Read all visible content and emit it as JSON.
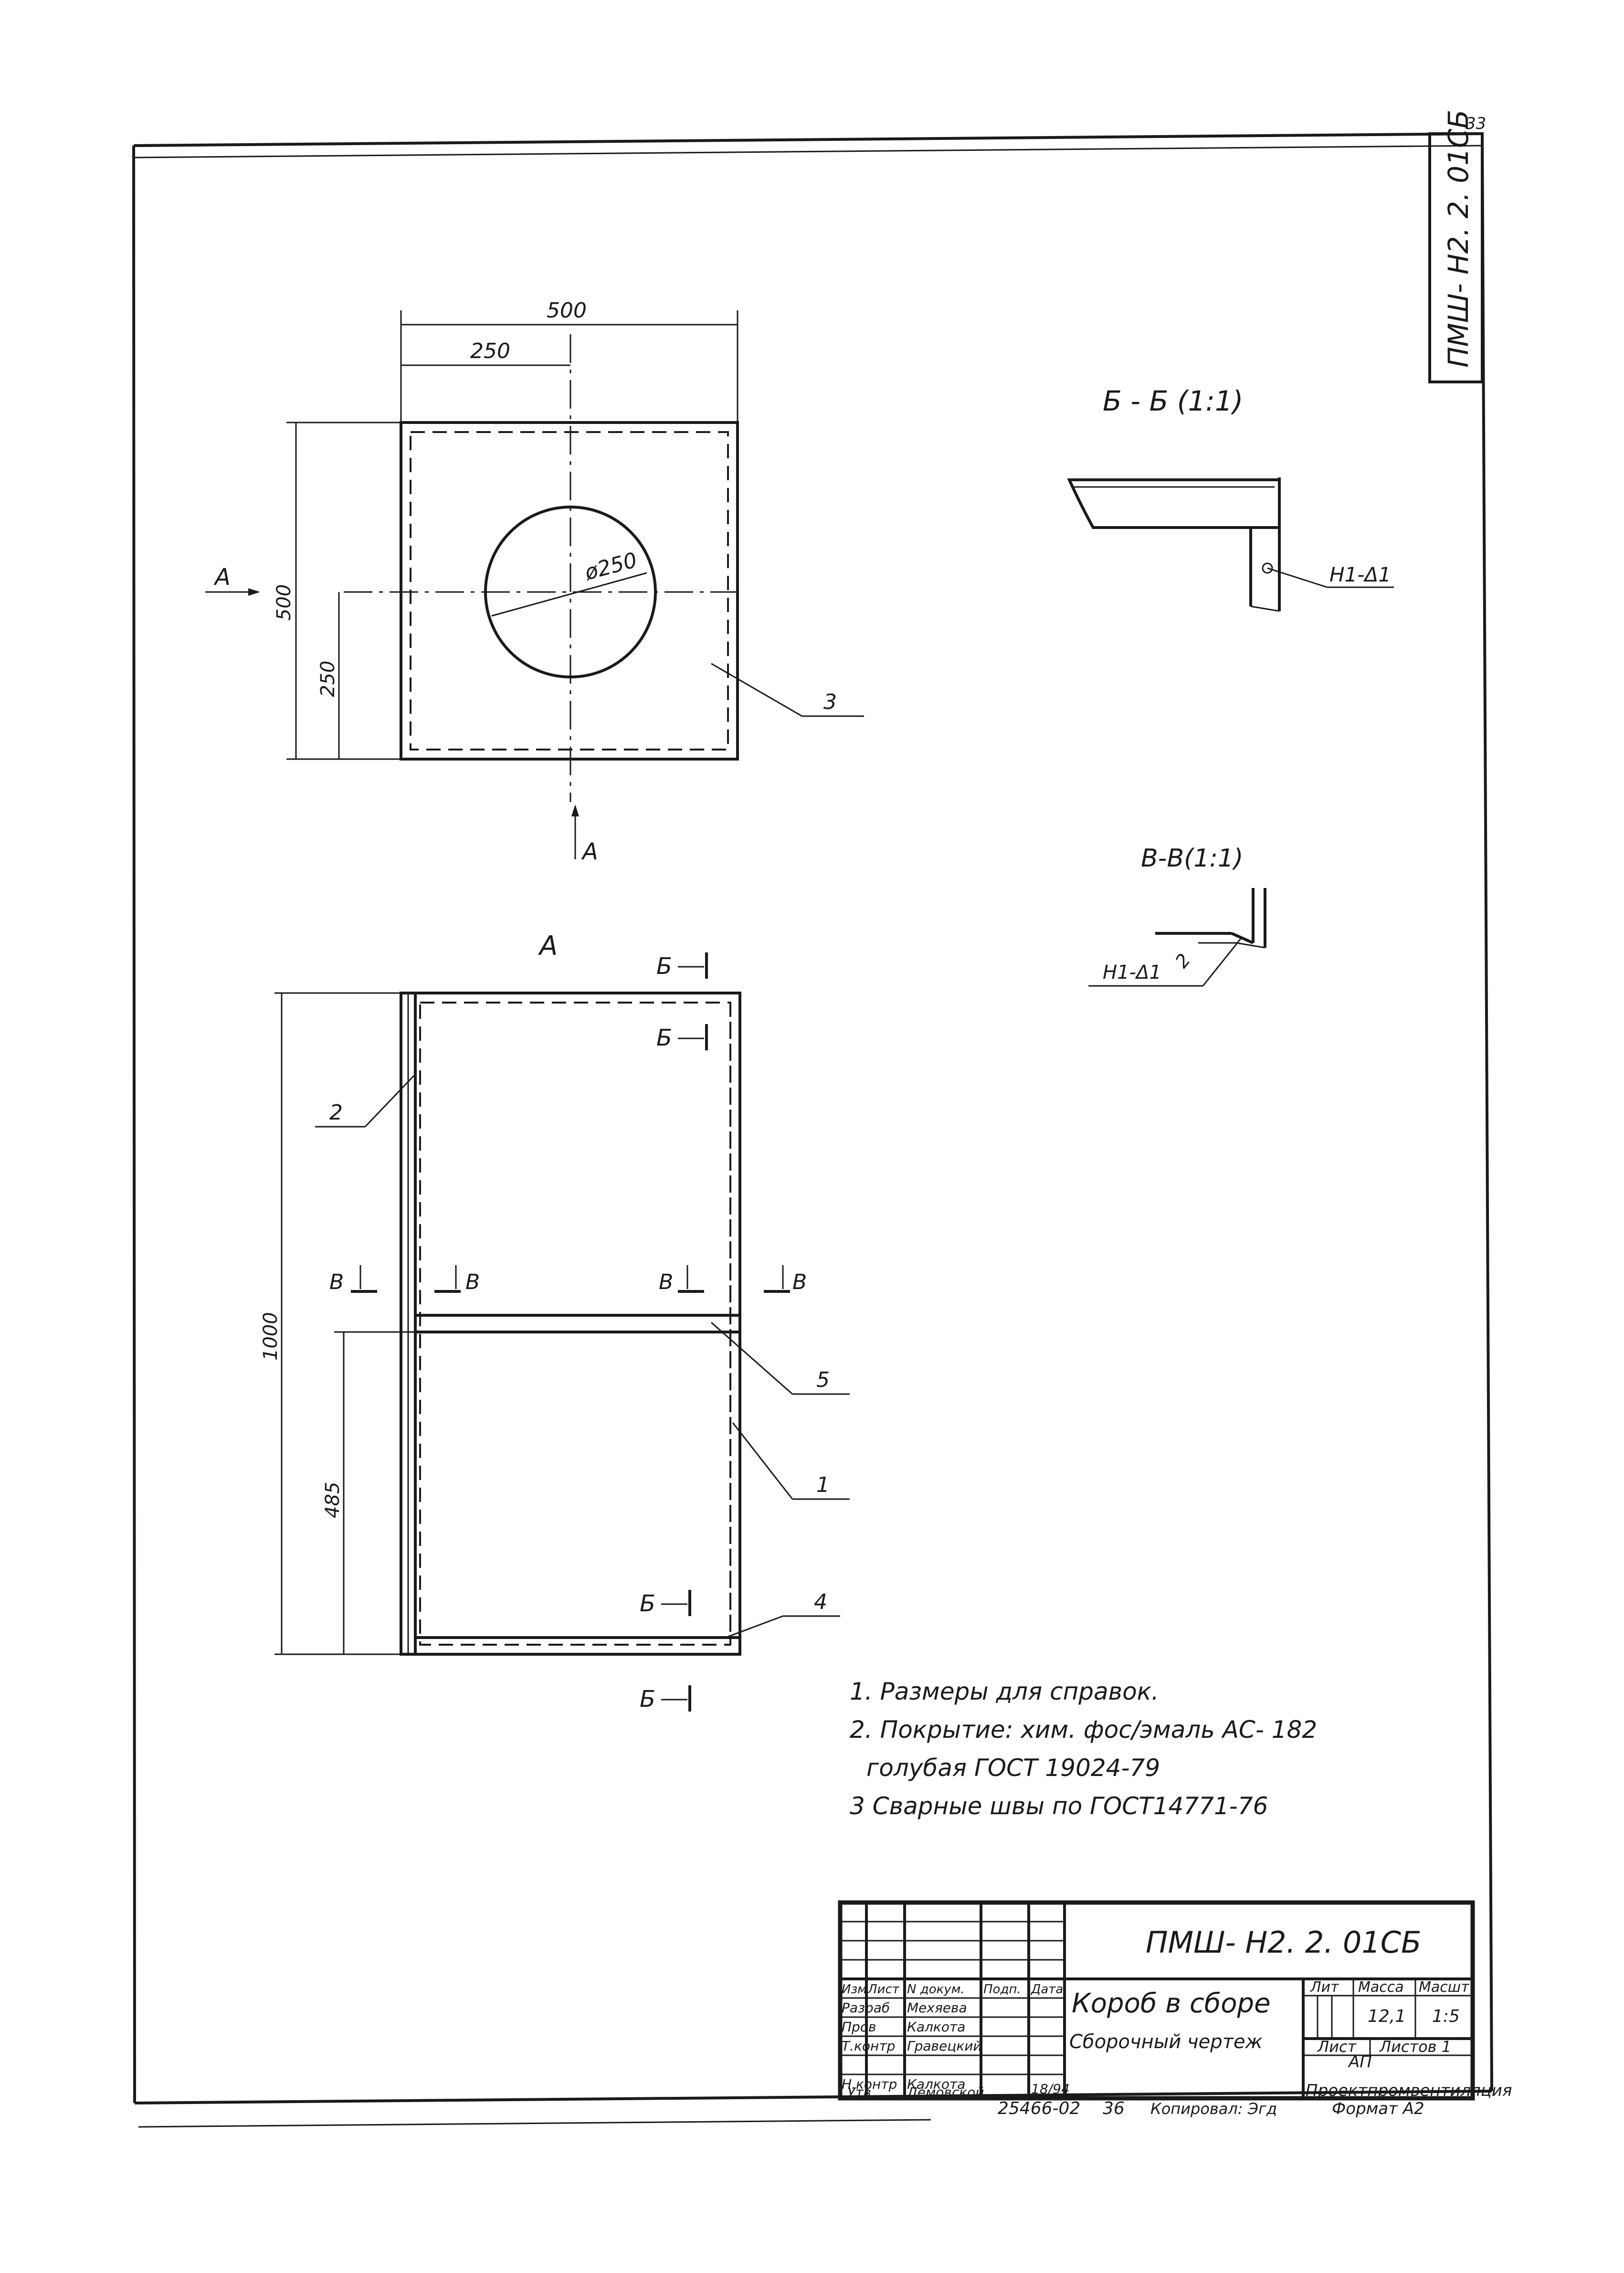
{
  "sheet_number": "33",
  "side_stamp": "ПМШ- Н2. 2. 01СБ",
  "top_view": {
    "dim_width": "500",
    "dim_half_width": "250",
    "dim_height": "500",
    "dim_half_height": "250",
    "hole_diameter": "ø250",
    "view_marker_left": "А",
    "view_marker_bottom": "А",
    "callout_3": "3"
  },
  "front_view": {
    "title": "А",
    "dim_height": "1000",
    "dim_partition": "485",
    "section_marks": [
      "Б",
      "Б",
      "Б",
      "Б"
    ],
    "section_v_marks": [
      "В",
      "В",
      "В",
      "В"
    ],
    "callout_1": "1",
    "callout_2": "2",
    "callout_4": "4",
    "callout_5": "5"
  },
  "section_bb": {
    "title": "Б - Б (1:1)",
    "weld_label": "Н1-Δ1"
  },
  "section_vv": {
    "title": "В-В(1:1)",
    "weld_label": "Н1-Δ1",
    "callout": "2"
  },
  "notes": [
    "1. Размеры для справок.",
    "2. Покрытие: хим. фос/эмаль АС- 182",
    "голубая ГОСТ 19024-79",
    "3 Сварные швы по ГОСТ14771-76"
  ],
  "title_block": {
    "designation": "ПМШ- Н2. 2. 01СБ",
    "name_line1": "Короб в сборе",
    "name_line2": "Сборочный чертеж",
    "col_headers": [
      "Изм",
      "Лист",
      "N докум.",
      "Подп.",
      "Дата"
    ],
    "roles": [
      "Разраб",
      "Пров",
      "Т.контр",
      "Н.контр",
      "Утв"
    ],
    "names": [
      "Мехяева",
      "Калкота",
      "Гравецкий",
      "Калкота",
      "Демовской"
    ],
    "date": "18/94",
    "lit_header": "Лит",
    "mass_header": "Масса",
    "scale_header": "Масшт",
    "mass_value": "12,1",
    "scale_value": "1:5",
    "sheet_label": "Лист",
    "sheets_label": "Листов 1",
    "code": "АП",
    "org": "Проектпромвентиляция"
  },
  "footer": {
    "inventory": "25466-02",
    "page": "36",
    "copied": "Копировал: Эгд",
    "format": "Формат А2"
  }
}
